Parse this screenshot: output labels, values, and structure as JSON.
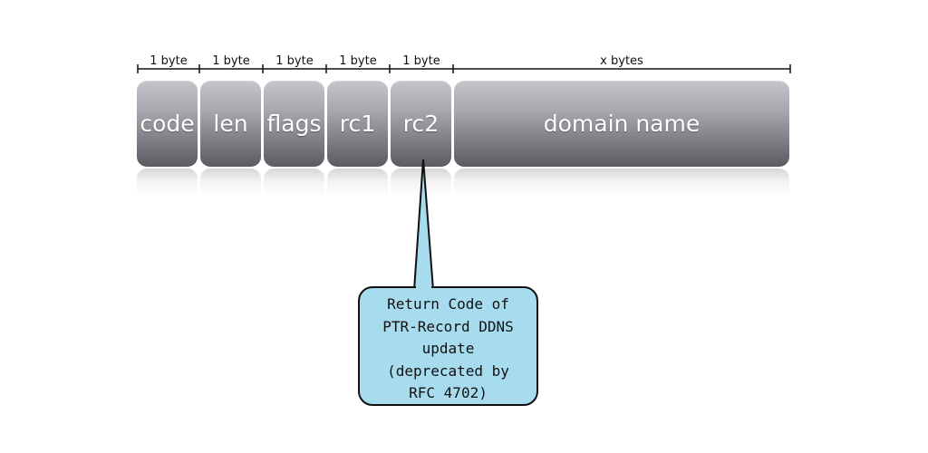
{
  "fields": [
    {
      "label": "code",
      "size": "1 byte"
    },
    {
      "label": "len",
      "size": "1 byte"
    },
    {
      "label": "flags",
      "size": "1 byte"
    },
    {
      "label": "rc1",
      "size": "1 byte"
    },
    {
      "label": "rc2",
      "size": "1 byte"
    },
    {
      "label": "domain name",
      "size": "x bytes"
    }
  ],
  "callout": {
    "lines": [
      "Return Code of",
      "PTR-Record DDNS",
      "update",
      "(deprecated by",
      "RFC 4702)"
    ],
    "fill": "#a7dcef",
    "points_to": "rc2"
  }
}
